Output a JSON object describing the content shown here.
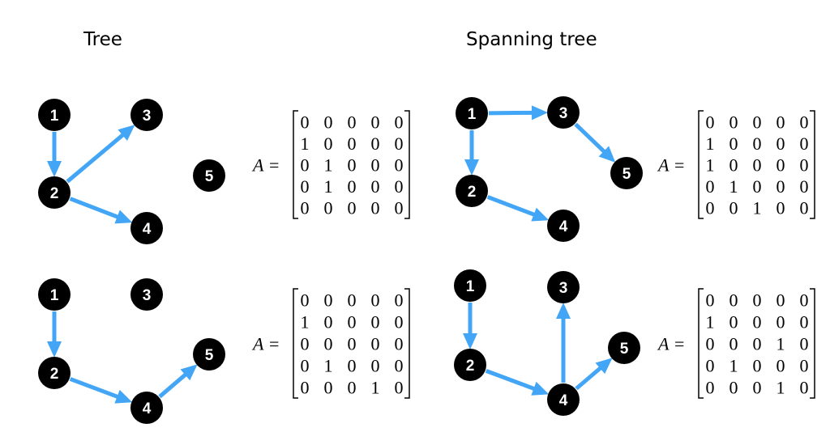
{
  "titles": {
    "tree": "Tree",
    "spanning_tree": "Spanning tree"
  },
  "colors": {
    "edge": "#42A5F5",
    "node": "#000000",
    "node_label": "#ffffff"
  },
  "matrix_label": "A",
  "equals": "=",
  "panels": [
    {
      "id": "tree-top",
      "group": "Tree",
      "nodes": [
        "1",
        "2",
        "3",
        "4",
        "5"
      ],
      "edges": [
        [
          "1",
          "2"
        ],
        [
          "2",
          "3"
        ],
        [
          "2",
          "4"
        ]
      ],
      "matrix": [
        [
          0,
          0,
          0,
          0,
          0
        ],
        [
          1,
          0,
          0,
          0,
          0
        ],
        [
          0,
          1,
          0,
          0,
          0
        ],
        [
          0,
          1,
          0,
          0,
          0
        ],
        [
          0,
          0,
          0,
          0,
          0
        ]
      ]
    },
    {
      "id": "spanning-top",
      "group": "Spanning tree",
      "nodes": [
        "1",
        "2",
        "3",
        "4",
        "5"
      ],
      "edges": [
        [
          "1",
          "3"
        ],
        [
          "1",
          "2"
        ],
        [
          "3",
          "5"
        ],
        [
          "2",
          "4"
        ]
      ],
      "matrix": [
        [
          0,
          0,
          0,
          0,
          0
        ],
        [
          1,
          0,
          0,
          0,
          0
        ],
        [
          1,
          0,
          0,
          0,
          0
        ],
        [
          0,
          1,
          0,
          0,
          0
        ],
        [
          0,
          0,
          1,
          0,
          0
        ]
      ]
    },
    {
      "id": "tree-bottom",
      "group": "Tree",
      "nodes": [
        "1",
        "2",
        "3",
        "4",
        "5"
      ],
      "edges": [
        [
          "1",
          "2"
        ],
        [
          "2",
          "4"
        ],
        [
          "4",
          "5"
        ]
      ],
      "matrix": [
        [
          0,
          0,
          0,
          0,
          0
        ],
        [
          1,
          0,
          0,
          0,
          0
        ],
        [
          0,
          0,
          0,
          0,
          0
        ],
        [
          0,
          1,
          0,
          0,
          0
        ],
        [
          0,
          0,
          0,
          1,
          0
        ]
      ]
    },
    {
      "id": "spanning-bottom",
      "group": "Spanning tree",
      "nodes": [
        "1",
        "2",
        "3",
        "4",
        "5"
      ],
      "edges": [
        [
          "1",
          "2"
        ],
        [
          "2",
          "4"
        ],
        [
          "4",
          "3"
        ],
        [
          "4",
          "5"
        ]
      ],
      "matrix": [
        [
          0,
          0,
          0,
          0,
          0
        ],
        [
          1,
          0,
          0,
          0,
          0
        ],
        [
          0,
          0,
          0,
          1,
          0
        ],
        [
          0,
          1,
          0,
          0,
          0
        ],
        [
          0,
          0,
          0,
          1,
          0
        ]
      ]
    }
  ]
}
